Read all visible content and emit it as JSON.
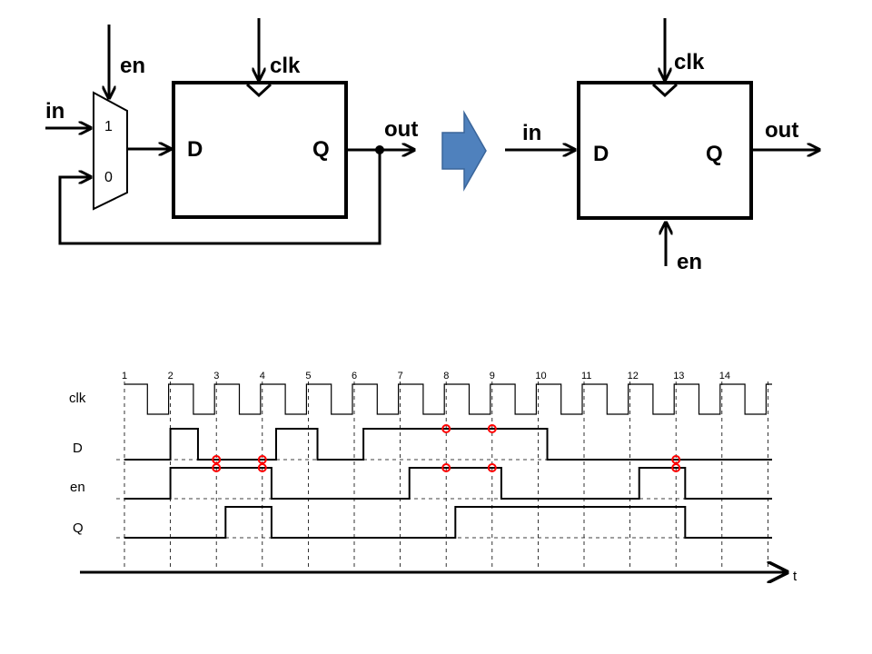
{
  "left_circuit": {
    "mux_input_1": "1",
    "mux_input_0": "0",
    "en_label": "en",
    "in_label": "in",
    "clk_label": "clk",
    "d_label": "D",
    "q_label": "Q",
    "out_label": "out"
  },
  "right_circuit": {
    "in_label": "in",
    "clk_label": "clk",
    "d_label": "D",
    "q_label": "Q",
    "out_label": "out",
    "en_label": "en"
  },
  "arrow_color": "#4f81bd",
  "timing": {
    "signals": [
      "clk",
      "D",
      "en",
      "Q"
    ],
    "cycle_labels": [
      "1",
      "2",
      "3",
      "4",
      "5",
      "6",
      "7",
      "8",
      "9",
      "10",
      "11",
      "12",
      "13",
      "14"
    ],
    "time_label": "t",
    "d_high_intervals": [
      [
        2,
        2.6
      ],
      [
        4.3,
        5.2
      ],
      [
        6.2,
        10.2
      ]
    ],
    "en_high_intervals": [
      [
        2,
        4.2
      ],
      [
        7.2,
        9.2
      ],
      [
        12.2,
        13.2
      ]
    ],
    "q_high_intervals": [
      [
        3.2,
        4.2
      ],
      [
        8.2,
        13.2
      ]
    ],
    "sample_marks": {
      "D": [
        3,
        4,
        8,
        9,
        13
      ],
      "en": [
        3,
        4,
        8,
        9,
        13
      ]
    },
    "mark_color": "#ff0000"
  }
}
